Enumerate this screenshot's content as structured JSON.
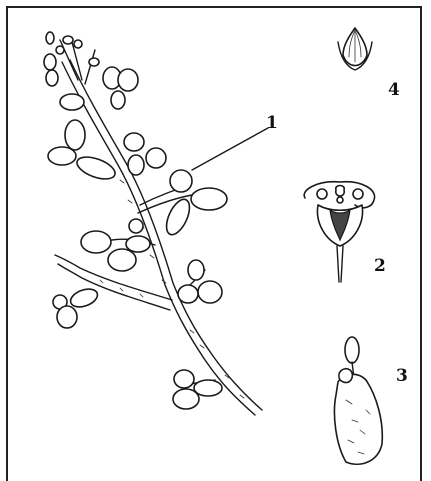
{
  "figure": {
    "labels": {
      "l1": "1",
      "l2": "2",
      "l3": "3",
      "l4": "4"
    }
  }
}
